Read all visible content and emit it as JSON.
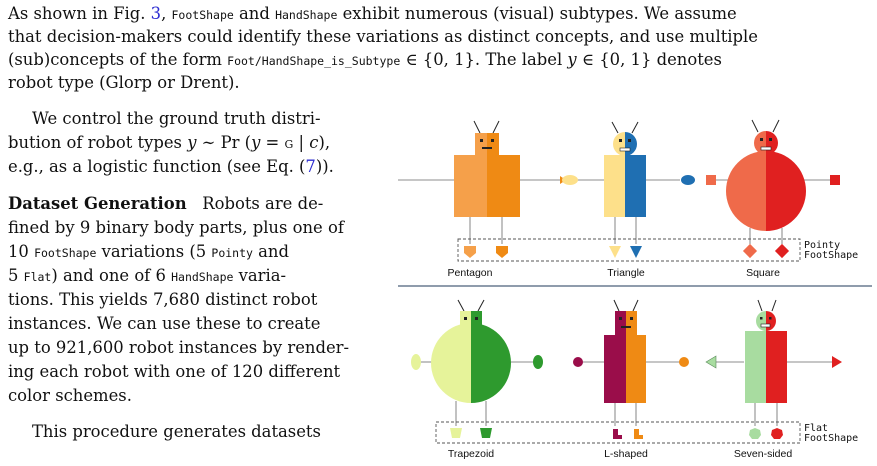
{
  "paragraph1": {
    "l1_a": "As shown in Fig. ",
    "l1_ref": "3",
    "l1_b": ", ",
    "l1_code1": "FootShape",
    "l1_c": " and ",
    "l1_code2": "HandShape",
    "l1_d": " exhibit numerous (visual) subtypes. We assume",
    "l2": "that decision-makers could identify these variations as distinct concepts, and use multiple",
    "l3_a": "(sub)concepts of the form ",
    "l3_code": "Foot/HandShape_is_Subtype",
    "l3_b": " ∈ {0, 1}. The label ",
    "l3_y": "y",
    "l3_c": " ∈ {0, 1} denotes",
    "l4": "robot type (Glorp or Drent)."
  },
  "paragraph2": {
    "l1": "We control the ground truth distri-",
    "l2_a": "bution of robot types ",
    "l2_y": "y",
    "l2_b": " ∼ Pr (",
    "l2_y2": "y",
    "l2_c": " = ",
    "l2_g": "G",
    "l2_d": " | ",
    "l2_cc": "c",
    "l2_e": "),",
    "l3_a": "e.g., as a logistic function (see Eq. (",
    "l3_ref": "7",
    "l3_b": "))."
  },
  "paragraph3": {
    "heading": "Dataset Generation",
    "l1_rest": "Robots are de-",
    "l2": "fined by 9 binary body parts, plus one of",
    "l3_a": "10 ",
    "l3_code": "FootShape",
    "l3_b": " variations (5 ",
    "l3_code2": "Pointy",
    "l3_c": " and",
    "l4_a": "5 ",
    "l4_code": "Flat",
    "l4_b": ") and one of 6 ",
    "l4_code2": "HandShape",
    "l4_c": " varia-",
    "l5": "tions. This yields 7,680 distinct robot",
    "l6": "instances. We can use these to create",
    "l7": "up to 921,600 robot instances by render-",
    "l8": "ing each robot with one of 120 different",
    "l9": "color schemes."
  },
  "paragraph4": {
    "l1": "This procedure generates datasets"
  },
  "figure": {
    "top_group_label_1": "Pointy",
    "top_group_label_2": "FootShape",
    "bottom_group_label_1": "Flat",
    "bottom_group_label_2": "FootShape",
    "top_robots": [
      "Pentagon",
      "Triangle",
      "Square"
    ],
    "bottom_robots": [
      "Trapezoid",
      "L-shaped",
      "Seven-sided"
    ],
    "colors": {
      "orange_light": "#f5a04a",
      "orange": "#ef8a14",
      "yellow_light": "#fde08a",
      "blue": "#1f6fb2",
      "red_light": "#ef6a4a",
      "red": "#e02020",
      "lime_light": "#e6f39a",
      "green": "#2e9a2e",
      "maroon": "#9a0d4a",
      "mint": "#a8dca0",
      "divider": "#1f3a5a"
    }
  }
}
